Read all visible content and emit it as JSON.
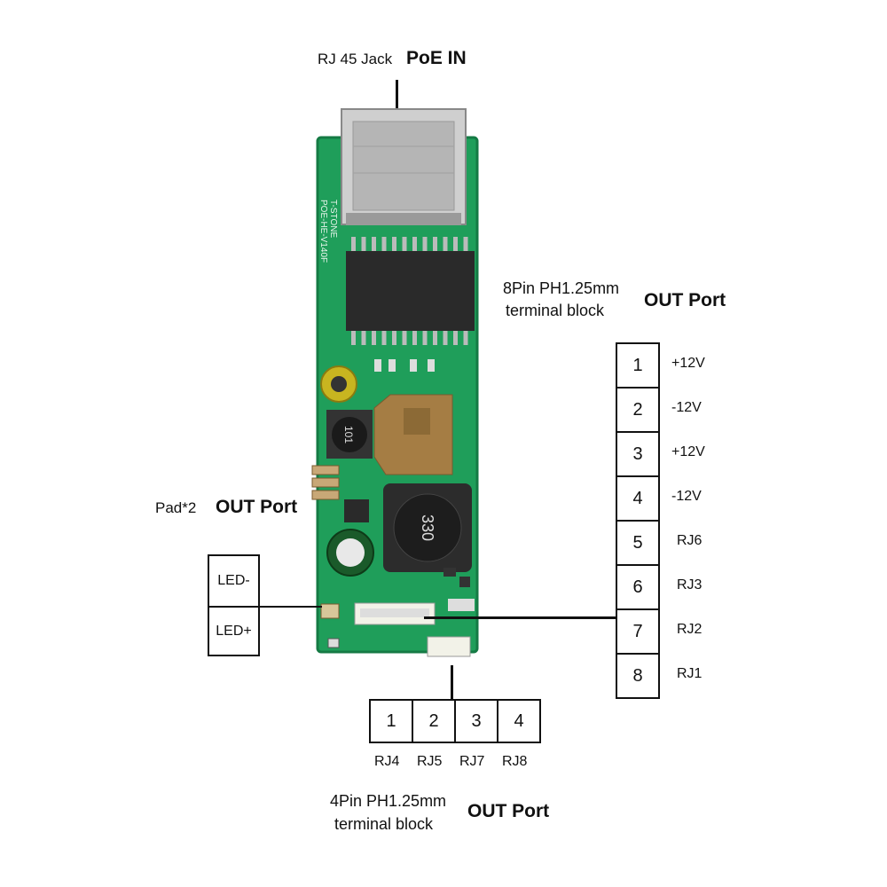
{
  "poe_in": {
    "jack_label": "RJ 45 Jack",
    "title": "PoE IN"
  },
  "board": {
    "silkscreen_brand": "T-STONE",
    "silkscreen_model": "POE-HE-V140F",
    "inductor_small": "101",
    "inductor_large": "330",
    "colors": {
      "pcb": "#1f9e5a",
      "pcb_edge": "#157a44",
      "chip": "#2a2a2a",
      "jack": "#c9c9c9"
    }
  },
  "pad_out": {
    "label_prefix": "Pad*2",
    "label_title": "OUT Port",
    "cells": [
      "LED-",
      "LED+"
    ]
  },
  "eight_pin": {
    "title_line1": "8Pin PH1.25mm",
    "title_line2": "terminal block",
    "port_label": "OUT Port",
    "pins": [
      {
        "num": "1",
        "signal": "+12V"
      },
      {
        "num": "2",
        "signal": "-12V"
      },
      {
        "num": "3",
        "signal": "+12V"
      },
      {
        "num": "4",
        "signal": "-12V"
      },
      {
        "num": "5",
        "signal": "RJ6"
      },
      {
        "num": "6",
        "signal": "RJ3"
      },
      {
        "num": "7",
        "signal": "RJ2"
      },
      {
        "num": "8",
        "signal": "RJ1"
      }
    ]
  },
  "four_pin": {
    "title_line1": "4Pin PH1.25mm",
    "title_line2": "terminal block",
    "port_label": "OUT Port",
    "pins": [
      {
        "num": "1",
        "signal": "RJ4"
      },
      {
        "num": "2",
        "signal": "RJ5"
      },
      {
        "num": "3",
        "signal": "RJ7"
      },
      {
        "num": "4",
        "signal": "RJ8"
      }
    ]
  }
}
